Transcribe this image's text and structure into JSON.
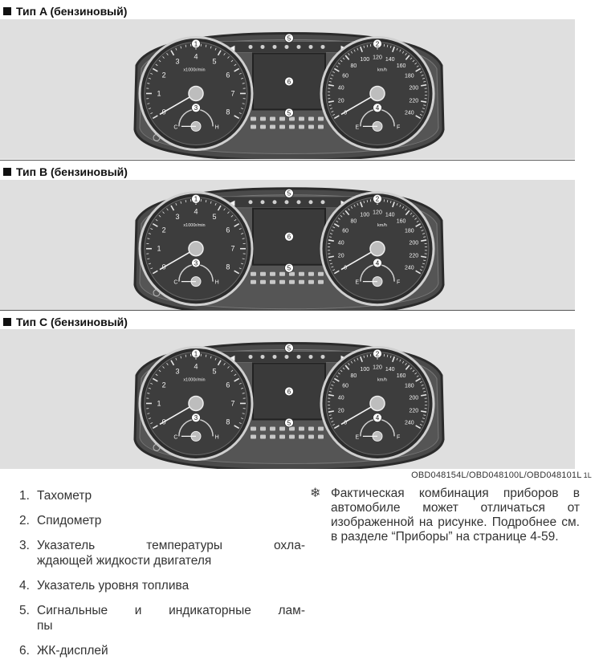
{
  "sections": [
    {
      "title": "Тип A (бензиновый)"
    },
    {
      "title": "Тип B (бензиновый)"
    },
    {
      "title": "Тип C (бензиновый)"
    }
  ],
  "gauge_labels": {
    "tacho_numbers": [
      "0",
      "1",
      "2",
      "3",
      "4",
      "5",
      "6",
      "7",
      "8"
    ],
    "tacho_unit": "x1000r/min",
    "speedo_numbers": [
      "0",
      "20",
      "40",
      "60",
      "80",
      "100",
      "120",
      "140",
      "160",
      "180",
      "200",
      "220",
      "240"
    ],
    "speedo_unit": "km/h",
    "temp_labels": [
      "C",
      "H"
    ],
    "fuel_labels": [
      "E",
      "F"
    ]
  },
  "callouts": [
    "1",
    "2",
    "3",
    "4",
    "5",
    "6"
  ],
  "image_code": "OBD048154L/OBD048100L/OBD048101L",
  "image_code_suffix": "1L",
  "legend": [
    {
      "num": "1.",
      "text": "Тахометр"
    },
    {
      "num": "2.",
      "text": "Спидометр"
    },
    {
      "num": "3.",
      "text_line1": "Указатель температуры охла-",
      "text_line2": "ждающей жидкости двигателя"
    },
    {
      "num": "4.",
      "text": "Указатель уровня топлива"
    },
    {
      "num": "5.",
      "text_line1": "Сигнальные и индикаторные лам-",
      "text_line2": "пы"
    },
    {
      "num": "6.",
      "text": "ЖК-дисплей"
    }
  ],
  "note": {
    "symbol": "❄",
    "text": "Фактическая комбинация приборов в автомобиле может отличаться от изображенной на рисунке. Подробнее см. в разделе “Приборы” на странице 4-59."
  },
  "colors": {
    "panel_bg": "#dfdfdf",
    "cluster_body": "#4a4a4a",
    "lcd": "#3a3a3a"
  }
}
